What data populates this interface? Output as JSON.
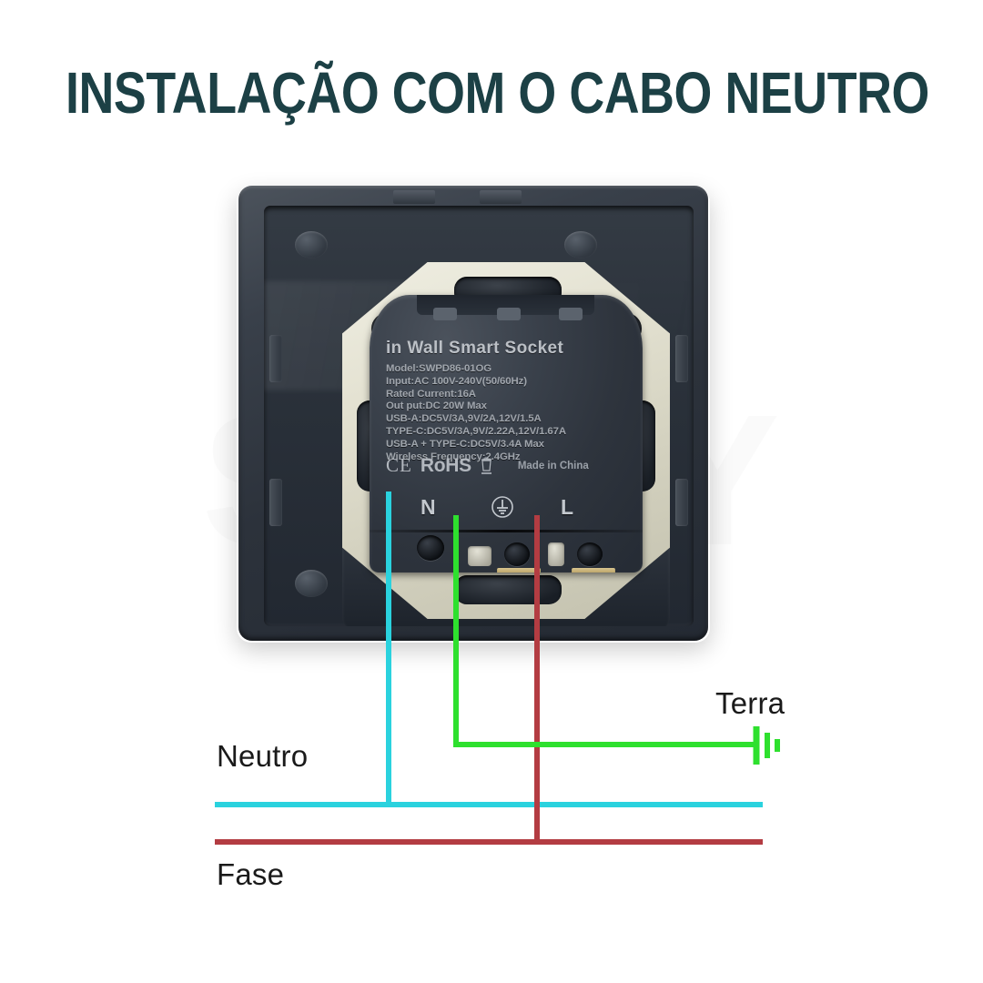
{
  "page": {
    "title": "INSTALAÇÃO COM O CABO NEUTRO",
    "watermark": "SMFY",
    "background_color": "#ffffff",
    "title_color": "#1c4045"
  },
  "device": {
    "name": "in Wall Smart Socket",
    "label": {
      "title": "in Wall Smart Socket",
      "lines": [
        "Model:SWPD86-01OG",
        "Input:AC 100V-240V(50/60Hz)",
        "Rated Current:16A",
        "Out put:DC 20W Max",
        "USB-A:DC5V/3A,9V/2A,12V/1.5A",
        "TYPE-C:DC5V/3A,9V/2.22A,12V/1.67A",
        "USB-A + TYPE-C:DC5V/3.4A Max",
        "Wireless Frequency:2.4GHz"
      ],
      "certifications": {
        "ce": "CE",
        "rohs": "RoHS",
        "weee": "weee-bin-icon",
        "origin": "Made in China"
      }
    },
    "terminals": [
      {
        "id": "neutral",
        "mark": "N",
        "wire_color": "#1ec8dc"
      },
      {
        "id": "earth",
        "mark": "earth-symbol-icon",
        "wire_color": "#22dd28"
      },
      {
        "id": "live",
        "mark": "L",
        "wire_color": "#b03a3f"
      }
    ]
  },
  "wiring": {
    "labels": {
      "neutral": "Neutro",
      "live": "Fase",
      "earth": "Terra"
    },
    "colors": {
      "neutral": "#2ad2de",
      "earth": "#2ee02e",
      "live": "#b33c42"
    },
    "earth_symbol": "ground-symbol-icon"
  }
}
